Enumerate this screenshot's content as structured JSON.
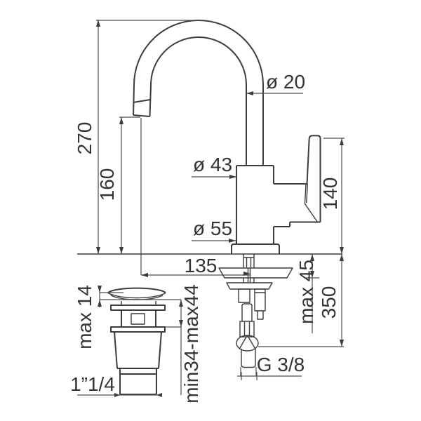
{
  "drawing": {
    "type": "faucet-technical-dimension-drawing",
    "colors": {
      "background": "#ffffff",
      "line": "#3c3c3c",
      "dimension_line": "#4d4d4d",
      "text": "#333333"
    }
  },
  "labels": {
    "spout_height": "270",
    "spout_outlet_height": "160",
    "spout_tube_diameter": "ø 20",
    "body_diameter": "ø 43",
    "base_flange_diameter": "ø 55",
    "handle_height": "140",
    "spout_projection": "135",
    "mounting_max_thickness": "max 45",
    "supply_hose_length": "350",
    "drain_cap_height": "max 14",
    "drain_clamping_range": "min34-max44",
    "drain_thread_size": "1”1/4",
    "supply_hose_thread": "G 3/8"
  }
}
